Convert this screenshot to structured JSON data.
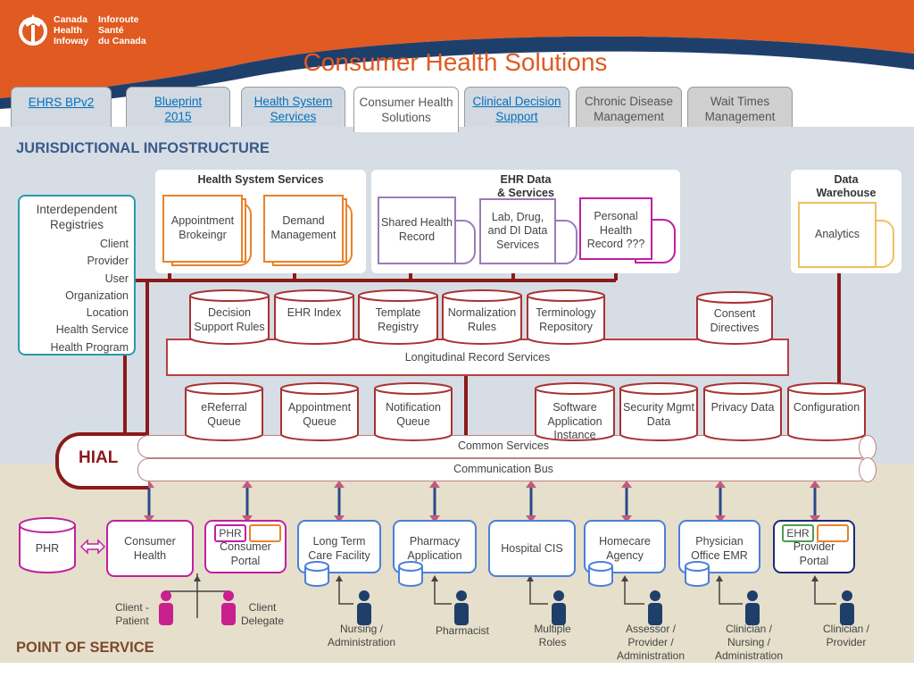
{
  "header": {
    "logo_en": [
      "Canada",
      "Health",
      "Infoway"
    ],
    "logo_fr": [
      "Inforoute",
      "Santé",
      "du Canada"
    ],
    "title": "Consumer Health Solutions",
    "colors": {
      "orange": "#e05a22",
      "navy": "#1f4e79",
      "title": "#e05a22"
    }
  },
  "tabs": [
    {
      "label": "EHRS BPv2",
      "link": true
    },
    {
      "label": "Blueprint 2015",
      "link": true
    },
    {
      "label": "Health System Services",
      "link": true
    },
    {
      "label": "Consumer Health Solutions",
      "link": false,
      "active": true
    },
    {
      "label": "Clinical Decision Support",
      "link": true
    },
    {
      "label": "Chronic Disease Management",
      "link": false
    },
    {
      "label": "Wait Times Management",
      "link": false
    }
  ],
  "jurisdictional": {
    "heading": "JURISDICTIONAL INFOSTRUCTURE",
    "registries": {
      "title": "Interdependent Registries",
      "items": [
        "Client",
        "Provider",
        "User",
        "Organization",
        "Location",
        "Health Service",
        "Health Program"
      ]
    },
    "health_system_services": {
      "title": "Health System Services",
      "items": [
        "Appointment Brokeingr",
        "Demand Management"
      ]
    },
    "ehr_data_services": {
      "title": "EHR Data & Services",
      "items": [
        "Shared Health Record",
        "Lab, Drug, and DI Data Services",
        "Personal Health Record ???"
      ]
    },
    "data_warehouse": {
      "title": "Data Warehouse",
      "items": [
        "Analytics"
      ]
    },
    "lrs_stores": [
      "Decision Support Rules",
      "EHR Index",
      "Template Registry",
      "Normalization Rules",
      "Terminology Repository",
      "Consent Directives"
    ],
    "longitudinal_record_services": "Longitudinal Record Services",
    "queues": [
      "eReferral Queue",
      "Appointment Queue",
      "Notification Queue"
    ],
    "common_stores": [
      "Software Application Instance",
      "Security Mgmt Data",
      "Privacy Data",
      "Configuration"
    ],
    "hial": "HIAL",
    "common_services": "Common Services",
    "communication_bus": "Communication Bus"
  },
  "point_of_service": {
    "heading": "POINT OF SERVICE",
    "phr": "PHR",
    "consumer_health": "Consumer Health",
    "consumer_portal": "Consumer Portal",
    "consumer_portal_tag": "PHR",
    "long_term_care": "Long Term Care Facility",
    "pharmacy_application": "Pharmacy Application",
    "hospital_cis": "Hospital CIS",
    "homecare_agency": "Homecare Agency",
    "physician_office_emr": "Physician Office EMR",
    "provider_portal": "Provider Portal",
    "provider_portal_tag": "EHR",
    "users": {
      "client_patient": "Client - Patient",
      "client_delegate": "Client Delegate",
      "nursing_admin": "Nursing / Administration",
      "pharmacist": "Pharmacist",
      "multiple_roles": "Multiple Roles",
      "assessor": "Assessor / Provider / Administration",
      "clinician_nursing": "Clinician / Nursing / Administration",
      "clinician_provider": "Clinician / Provider"
    }
  }
}
